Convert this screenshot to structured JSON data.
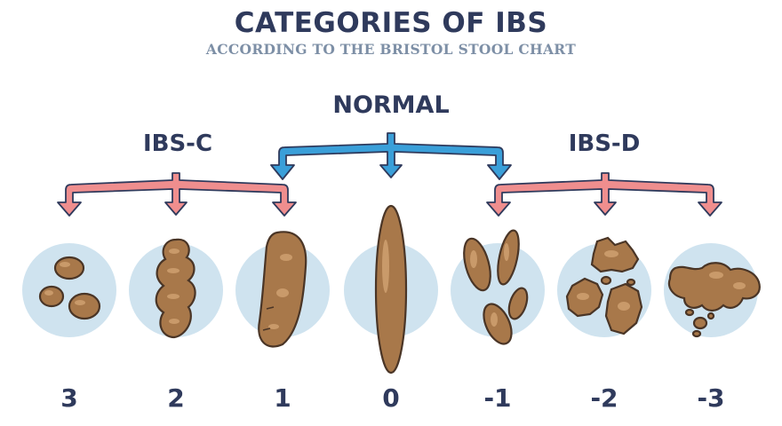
{
  "title": "CATEGORIES OF IBS",
  "subtitle": "ACCORDING TO THE BRISTOL STOOL CHART",
  "groups": {
    "normal": "NORMAL",
    "constipation": "IBS-C",
    "diarrhea": "IBS-D"
  },
  "scale": [
    "3",
    "2",
    "1",
    "0",
    "-1",
    "-2",
    "-3"
  ],
  "colors": {
    "heading": "#2f3a5c",
    "subheading": "#7d8fa6",
    "normal_arrow": "#3a9fd9",
    "ibs_arrow": "#ef8e8e",
    "circle": "#cfe3ef",
    "stool": "#a8784a",
    "stool_highlight": "#c99a6a",
    "outline": "#4a3526"
  }
}
